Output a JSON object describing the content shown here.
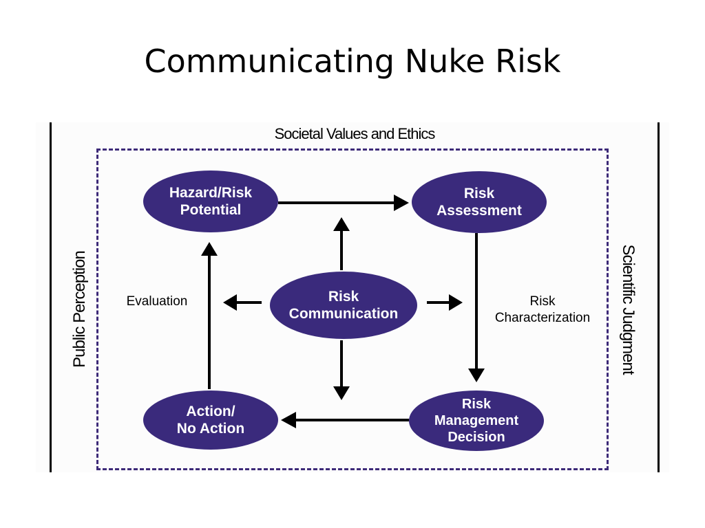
{
  "title": "Communicating Nuke Risk",
  "diagram": {
    "frame_top_label": "Societal Values and Ethics",
    "frame_left_label": "Public Perception",
    "frame_right_label": "Scientific Judgment",
    "nodes": {
      "hazard": "Hazard/Risk\nPotential",
      "assessment": "Risk\nAssessment",
      "communication": "Risk\nCommunication",
      "action": "Action/\nNo Action",
      "management": "Risk\nManagement\nDecision"
    },
    "edge_labels": {
      "evaluation": "Evaluation",
      "characterization": "Risk\nCharacterization"
    },
    "colors": {
      "node_fill": "#3a2a7c",
      "node_text": "#ffffff",
      "frame_dash": "#3d2a78",
      "arrow": "#000000"
    }
  }
}
